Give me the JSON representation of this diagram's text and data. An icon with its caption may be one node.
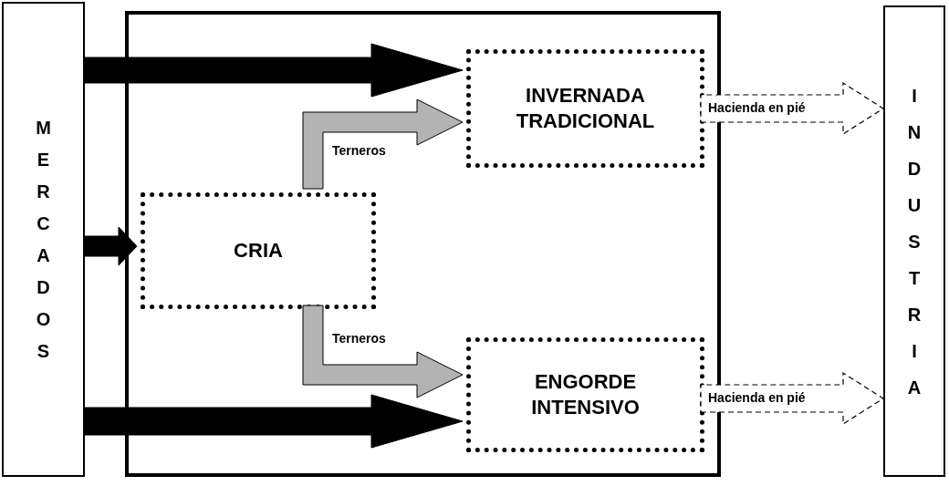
{
  "diagram": {
    "nodes": [
      {
        "text": [
          "MERCADOS"
        ]
      },
      {
        "text": [],
        "shape": "box"
      },
      {
        "text": [
          "CRIA"
        ],
        "in": 1
      },
      {
        "text": [
          "INVERNADA TRADICIONAL"
        ],
        "in": 1
      },
      {
        "text": [
          "ENGORDE INTENSIVO"
        ],
        "in": 1
      },
      {
        "text": [
          "INDUSTRIA"
        ]
      }
    ],
    "edges": [
      {
        "from": 0,
        "to": 3,
        "arrow": "to",
        "style": "thick"
      },
      {
        "from": 0,
        "to": 2,
        "arrow": "to",
        "style": "thick"
      },
      {
        "from": 0,
        "to": 4,
        "arrow": "to",
        "style": "thick"
      },
      {
        "from": 2,
        "to": 3,
        "arrow": "to",
        "style": "thick",
        "color": "#b3b3b3",
        "label": "Terneros"
      },
      {
        "from": 2,
        "to": 4,
        "arrow": "to",
        "style": "thick",
        "color": "#b3b3b3",
        "label": "Terneros"
      },
      {
        "from": 3,
        "to": 5,
        "arrow": "to",
        "style": "dashed",
        "label": "Hacienda en pié"
      },
      {
        "from": 4,
        "to": 5,
        "arrow": "to",
        "style": "dashed",
        "label": "Hacienda en pié"
      }
    ]
  }
}
